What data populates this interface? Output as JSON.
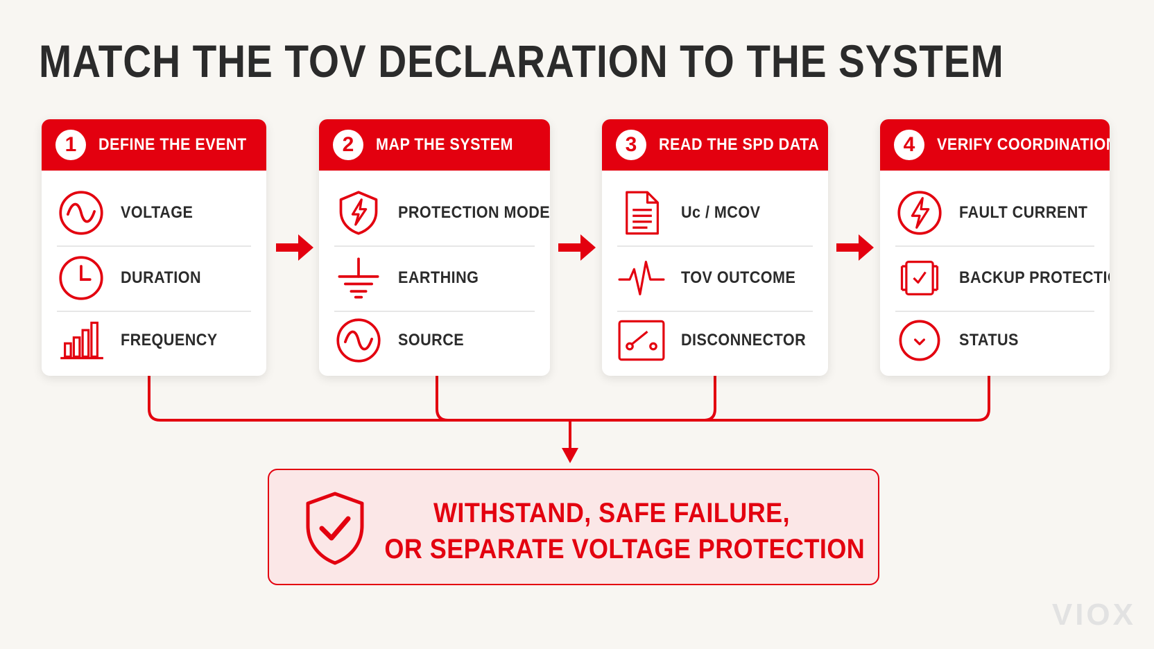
{
  "title": "MATCH THE TOV DECLARATION TO THE SYSTEM",
  "colors": {
    "accent": "#e3000f",
    "text": "#2b2b2b",
    "background": "#f8f6f2"
  },
  "steps": [
    {
      "number": "1",
      "title": "DEFINE THE EVENT",
      "items": [
        {
          "label": "VOLTAGE",
          "icon": "sine-wave-icon"
        },
        {
          "label": "DURATION",
          "icon": "clock-icon"
        },
        {
          "label": "FREQUENCY",
          "icon": "bar-chart-icon"
        }
      ]
    },
    {
      "number": "2",
      "title": "MAP THE SYSTEM",
      "items": [
        {
          "label": "PROTECTION MODE",
          "icon": "shield-bolt-icon"
        },
        {
          "label": "EARTHING",
          "icon": "ground-icon"
        },
        {
          "label": "SOURCE",
          "icon": "sine-wave-icon"
        }
      ]
    },
    {
      "number": "3",
      "title": "READ THE SPD DATA",
      "items": [
        {
          "label": "Uc / MCOV",
          "icon": "document-icon"
        },
        {
          "label": "TOV OUTCOME",
          "icon": "pulse-icon"
        },
        {
          "label": "DISCONNECTOR",
          "icon": "switch-icon"
        }
      ]
    },
    {
      "number": "4",
      "title": "VERIFY COORDINATION",
      "items": [
        {
          "label": "FAULT CURRENT",
          "icon": "lightning-icon"
        },
        {
          "label": "BACKUP PROTECTION",
          "icon": "fuse-icon"
        },
        {
          "label": "STATUS",
          "icon": "check-circle-icon"
        }
      ]
    }
  ],
  "outcome": {
    "line1": "WITHSTAND, SAFE FAILURE,",
    "line2": "OR SEPARATE VOLTAGE PROTECTION",
    "icon": "shield-check-icon"
  },
  "watermark": "VIOX"
}
